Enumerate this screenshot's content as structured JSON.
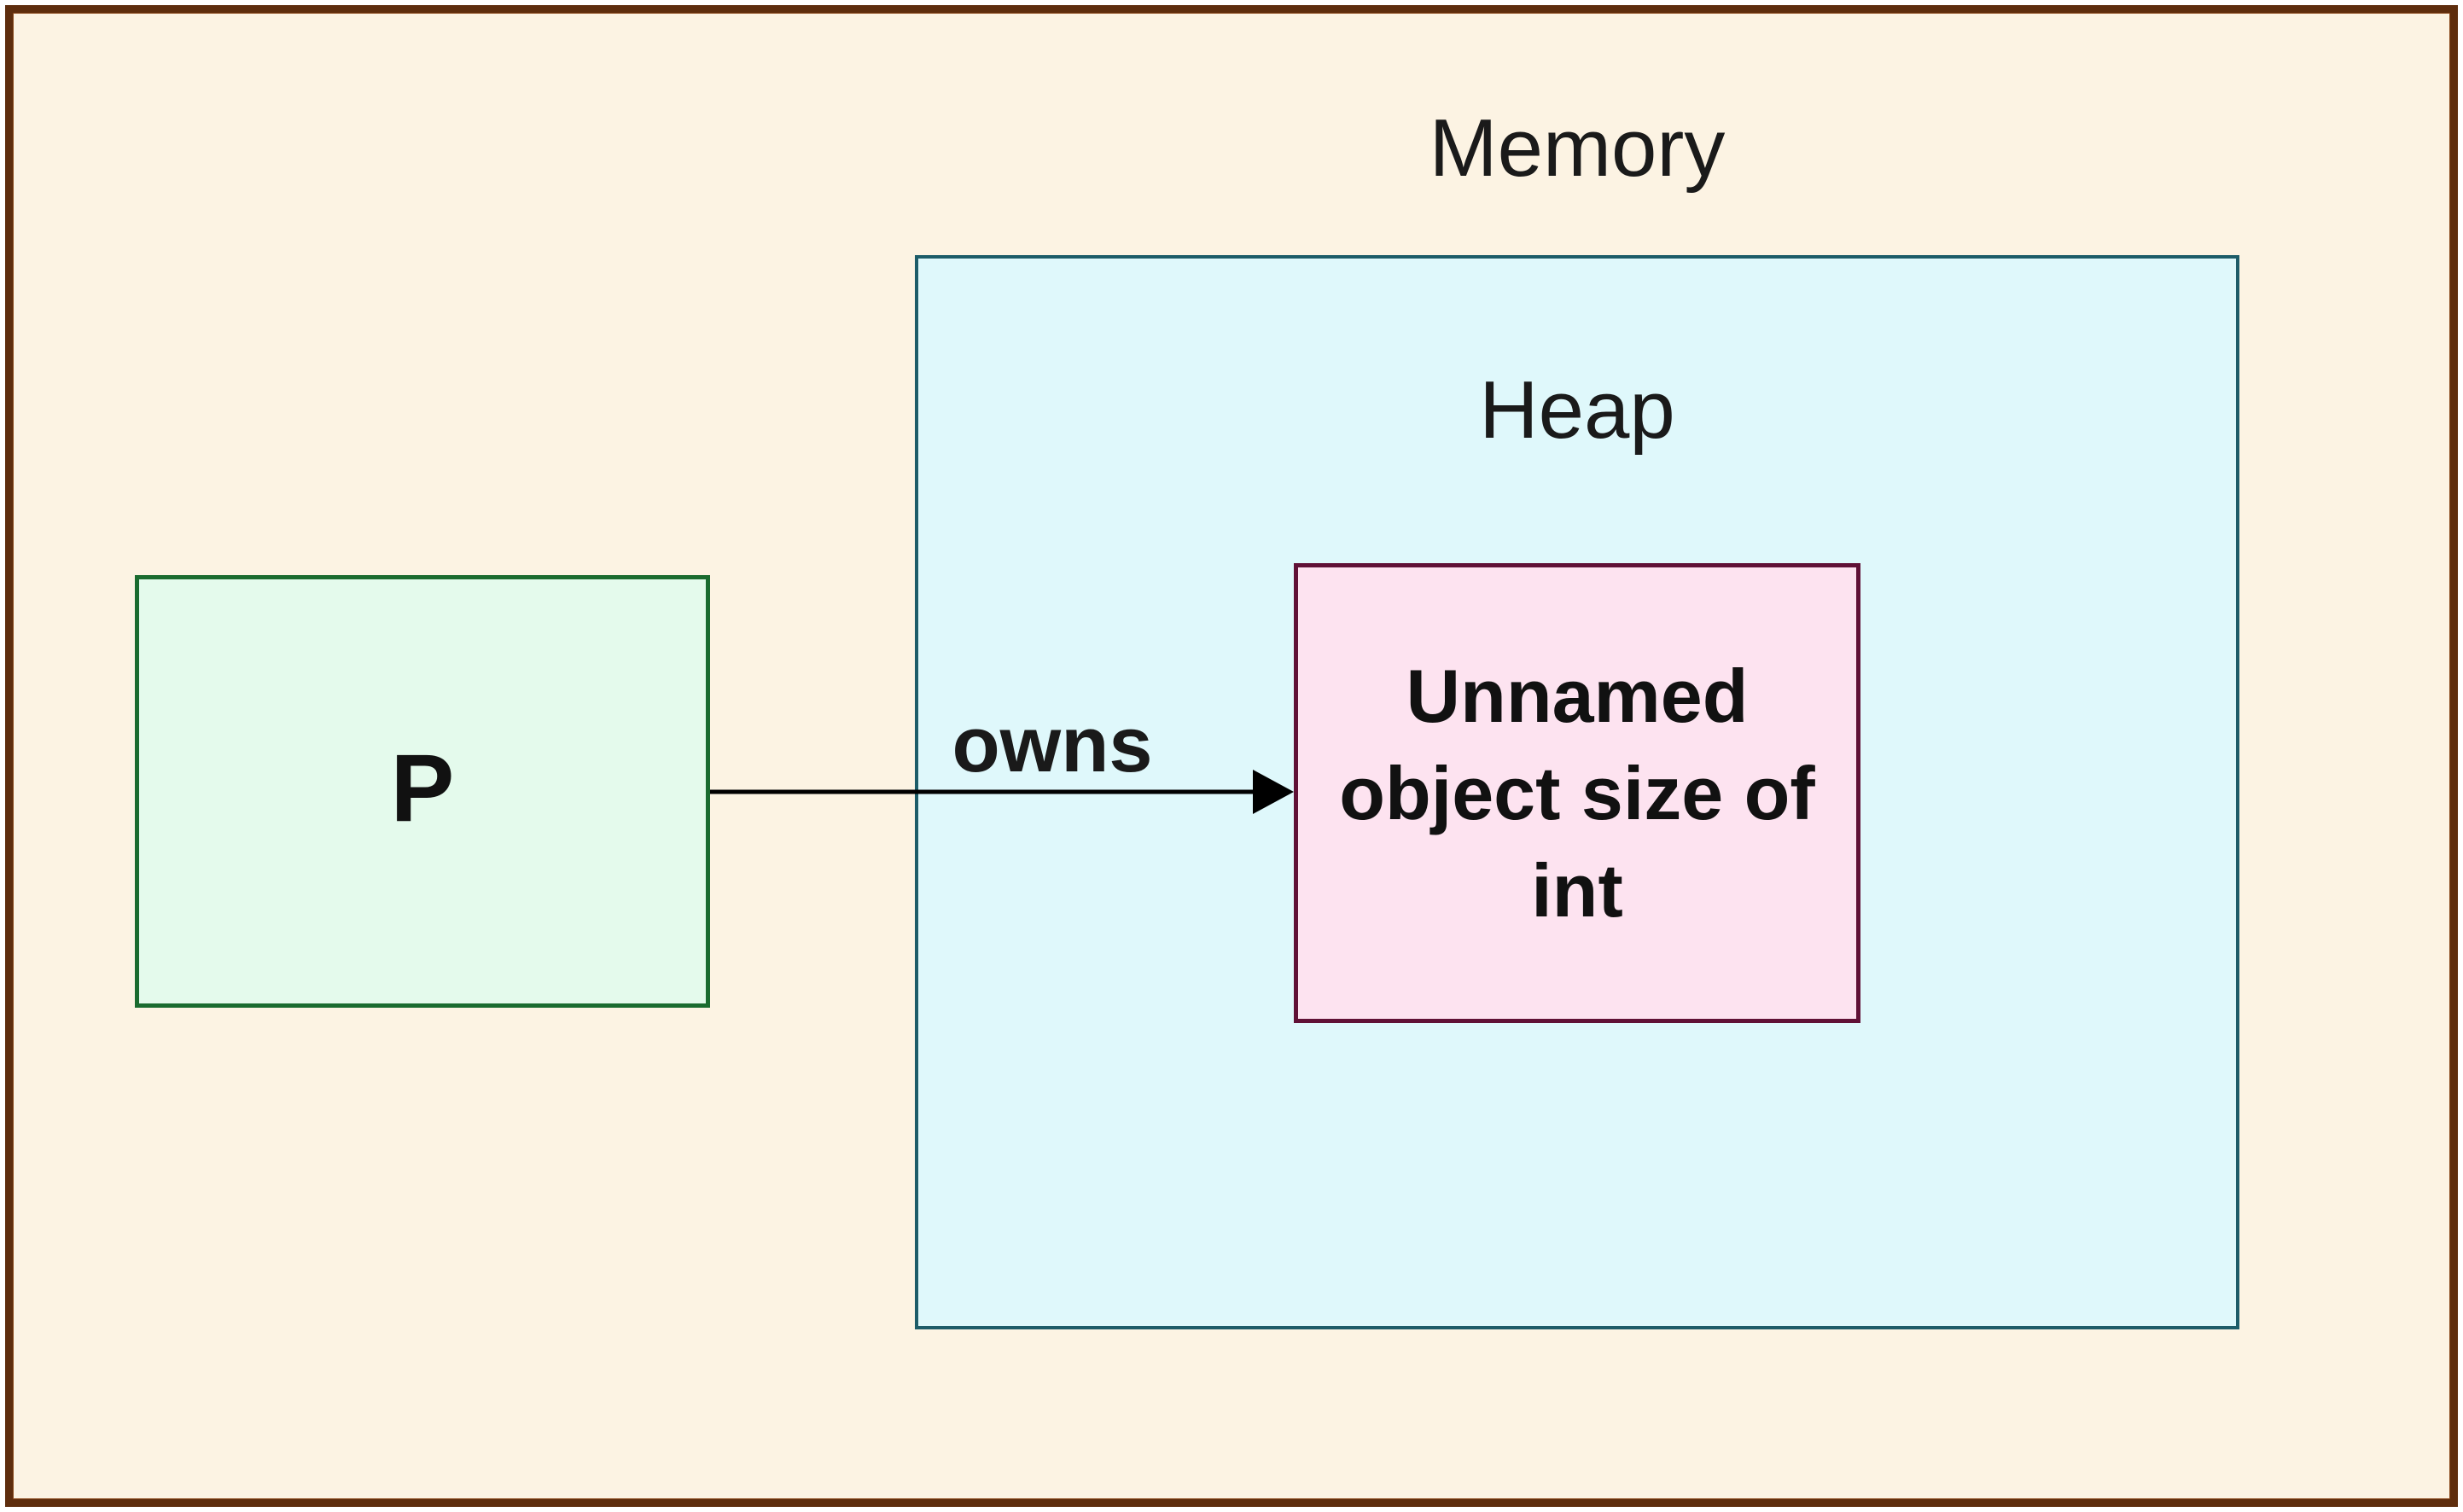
{
  "diagram": {
    "title": "Memory",
    "heap": {
      "label": "Heap"
    },
    "pointer_box": {
      "label": "P"
    },
    "arrow": {
      "label": "owns",
      "direction": "left-to-right"
    },
    "object_box": {
      "text": "Unnamed object size of int",
      "lines": [
        "Unnamed",
        "object size of",
        "int"
      ]
    }
  },
  "colors": {
    "canvas_background": "#FCF3E3",
    "frame_border": "#5E2D0D",
    "heap_fill": "#DFF8FB",
    "heap_border": "#1D5C68",
    "pointer_fill": "#E4FAEC",
    "pointer_border": "#1A6B2F",
    "object_fill": "#FDE3F0",
    "object_border": "#601136",
    "arrow": "#000000",
    "text": "#1A1A1A"
  }
}
